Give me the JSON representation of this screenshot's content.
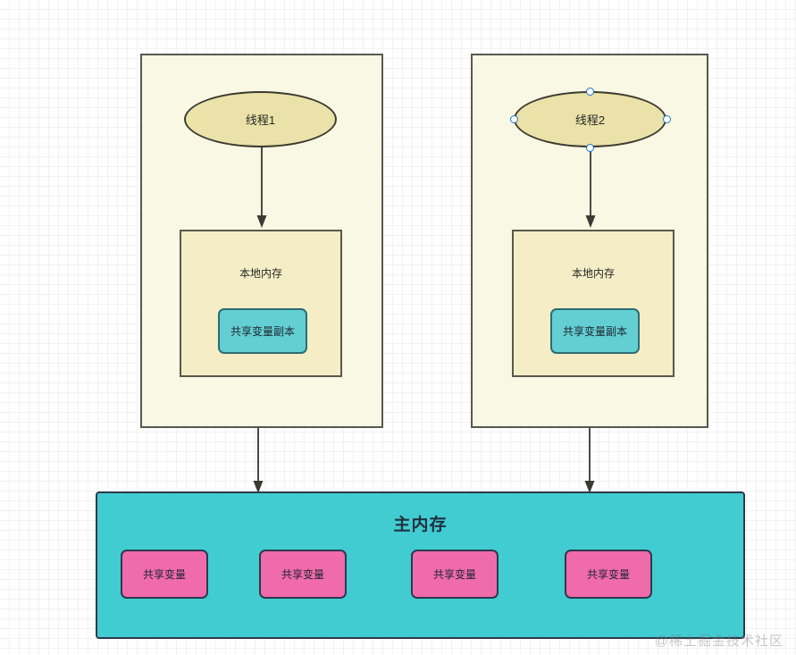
{
  "diagram": {
    "title": "Java Memory Model (JMM) diagram",
    "background": {
      "grid": true,
      "minor_grid_color": "#f3f1f1",
      "major_grid_color": "#e9e6e6",
      "page_color": "#ffffff"
    },
    "colors": {
      "container_fill": "#f9f8e4",
      "container_stroke": "#58584f",
      "ellipse_fill": "#eae2a8",
      "ellipse_stroke": "#3d3a30",
      "local_memory_fill": "#f4edc6",
      "teal_fill": "#63cfd2",
      "teal_stroke": "#2d6c72",
      "main_memory_fill": "#41ccd2",
      "main_memory_stroke": "#2b3a4d",
      "pink_fill": "#f06bab",
      "pink_stroke": "#2b3a4d",
      "arrow_stroke": "#4a4a42",
      "handle_stroke": "#1a73c7",
      "handle_fill": "#ffffff"
    },
    "threads": [
      {
        "id": "thread-1",
        "ellipse_label": "线程1",
        "local_memory_label": "本地内存",
        "var_copy_label": "共享变量副本",
        "selected": false
      },
      {
        "id": "thread-2",
        "ellipse_label": "线程2",
        "local_memory_label": "本地内存",
        "var_copy_label": "共享变量副本",
        "selected": true
      }
    ],
    "main_memory": {
      "title": "主内存",
      "shared_variables": [
        {
          "label": "共享变量"
        },
        {
          "label": "共享变量"
        },
        {
          "label": "共享变量"
        },
        {
          "label": "共享变量"
        }
      ]
    },
    "watermark": "@稀土掘金技术社区"
  }
}
